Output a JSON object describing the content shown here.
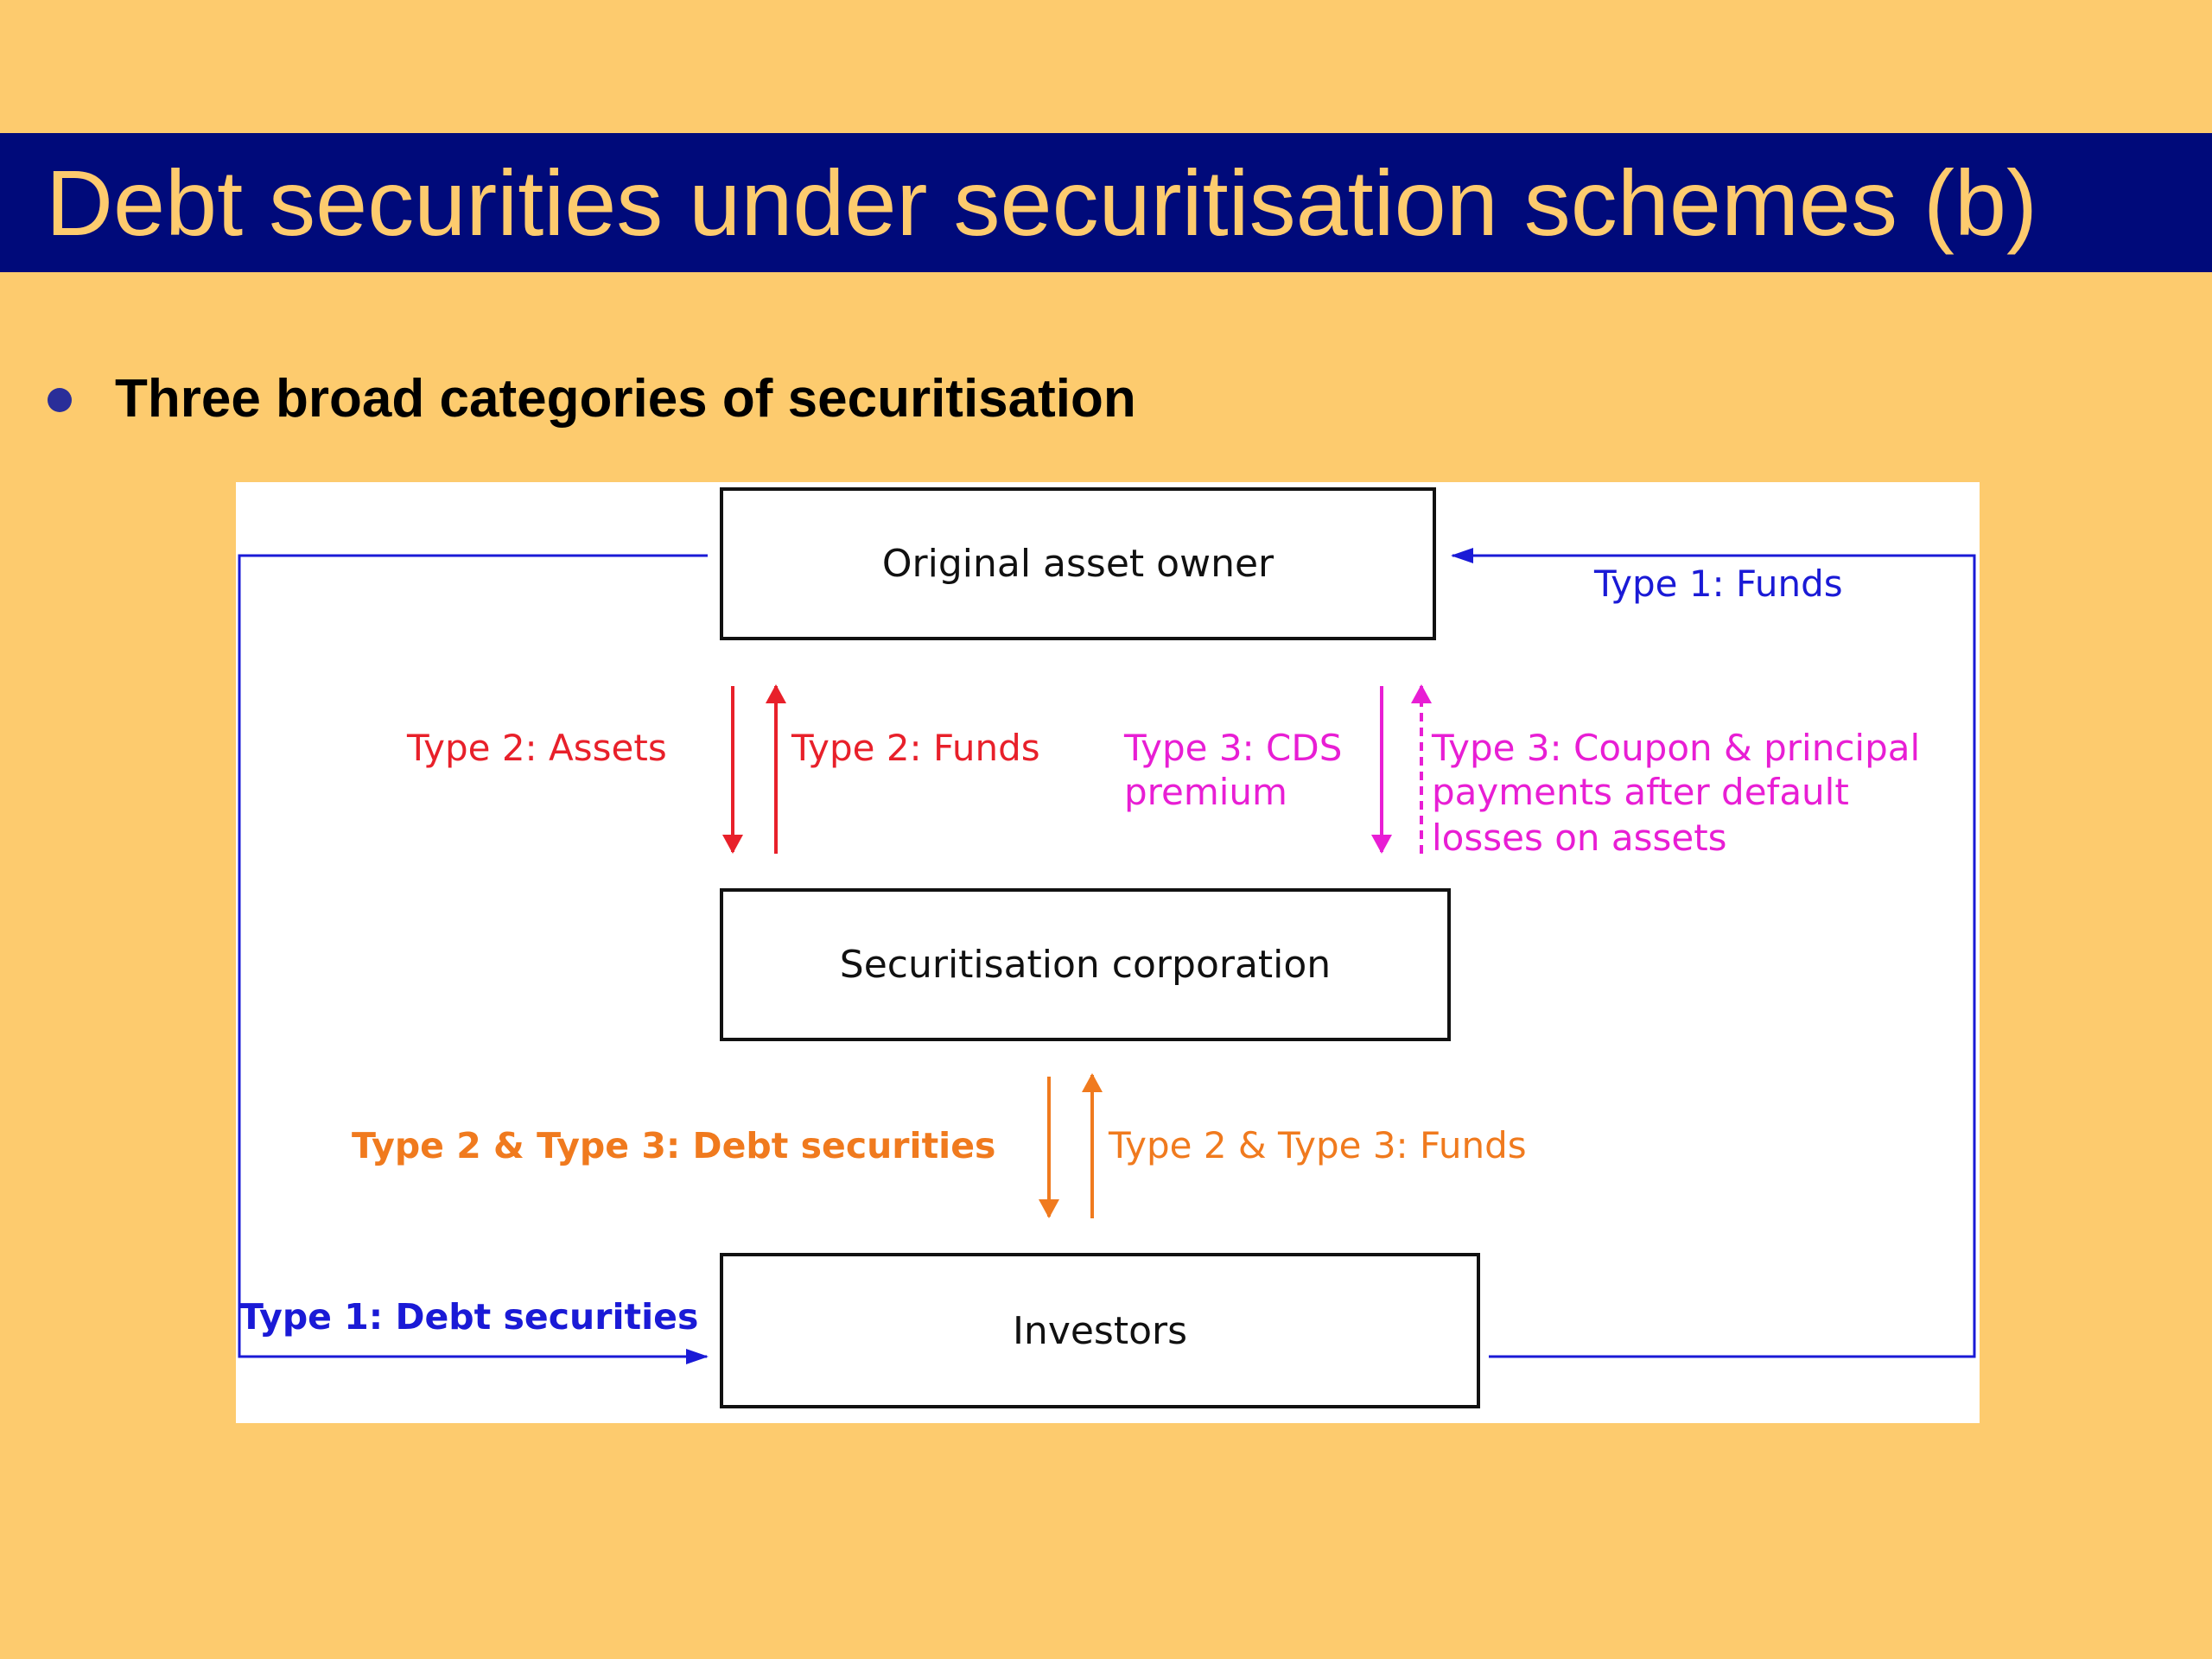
{
  "title": "Debt securities under securitisation schemes (b)",
  "bullet": "Three broad categories of securitisation",
  "nodes": {
    "owner": "Original asset owner",
    "corp": "Securitisation corporation",
    "investors": "Investors"
  },
  "flows": {
    "type1_funds": "Type 1: Funds",
    "type1_debt": "Type 1: Debt securities",
    "type2_assets": "Type 2: Assets",
    "type2_funds": "Type 2: Funds",
    "type3_cds_line1": "Type 3: CDS",
    "type3_cds_line2": "premium",
    "type3_coupon_line1": "Type 3: Coupon & principal",
    "type3_coupon_line2": "payments after default",
    "type3_coupon_line3": "losses on assets",
    "type23_debt": "Type 2 & Type 3: Debt securities",
    "type23_funds": "Type 2 & Type 3: Funds"
  },
  "colors": {
    "background": "#FDCB6E",
    "title_bar": "#000A7A",
    "title_text": "#FDCB6E",
    "type1": "#1A1AD6",
    "type2": "#E8202A",
    "type3": "#E81ED4",
    "type23": "#F07A1E"
  }
}
